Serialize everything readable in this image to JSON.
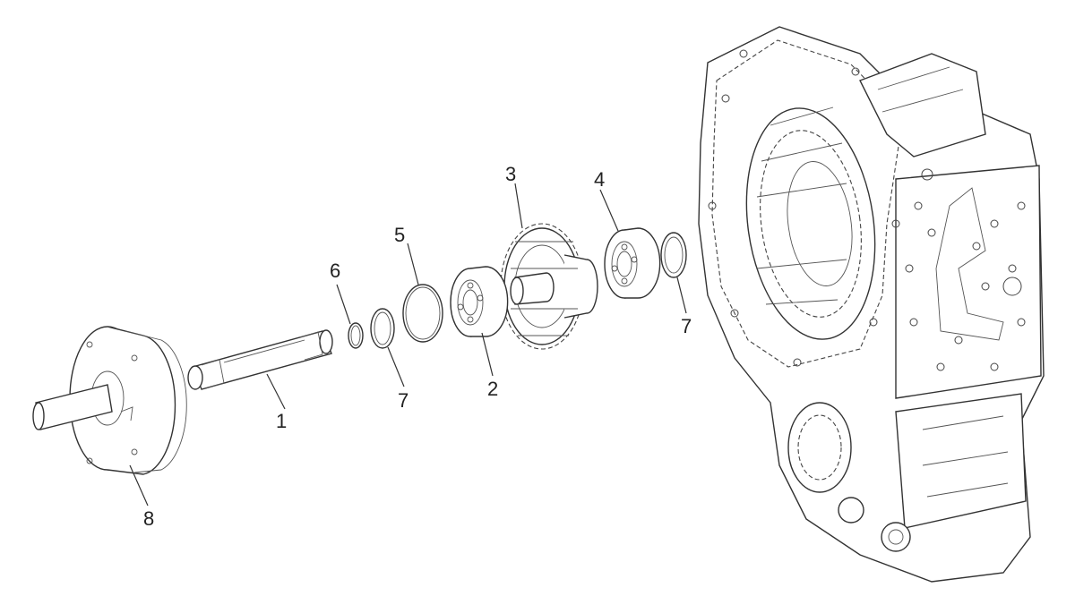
{
  "callouts": [
    {
      "id": "1",
      "label": "1"
    },
    {
      "id": "2",
      "label": "2"
    },
    {
      "id": "3",
      "label": "3"
    },
    {
      "id": "4",
      "label": "4"
    },
    {
      "id": "5",
      "label": "5"
    },
    {
      "id": "6",
      "label": "6"
    },
    {
      "id": "7a",
      "label": "7"
    },
    {
      "id": "7b",
      "label": "7"
    },
    {
      "id": "8",
      "label": "8"
    }
  ],
  "colors": {
    "line": "#333333",
    "background": "#ffffff"
  }
}
